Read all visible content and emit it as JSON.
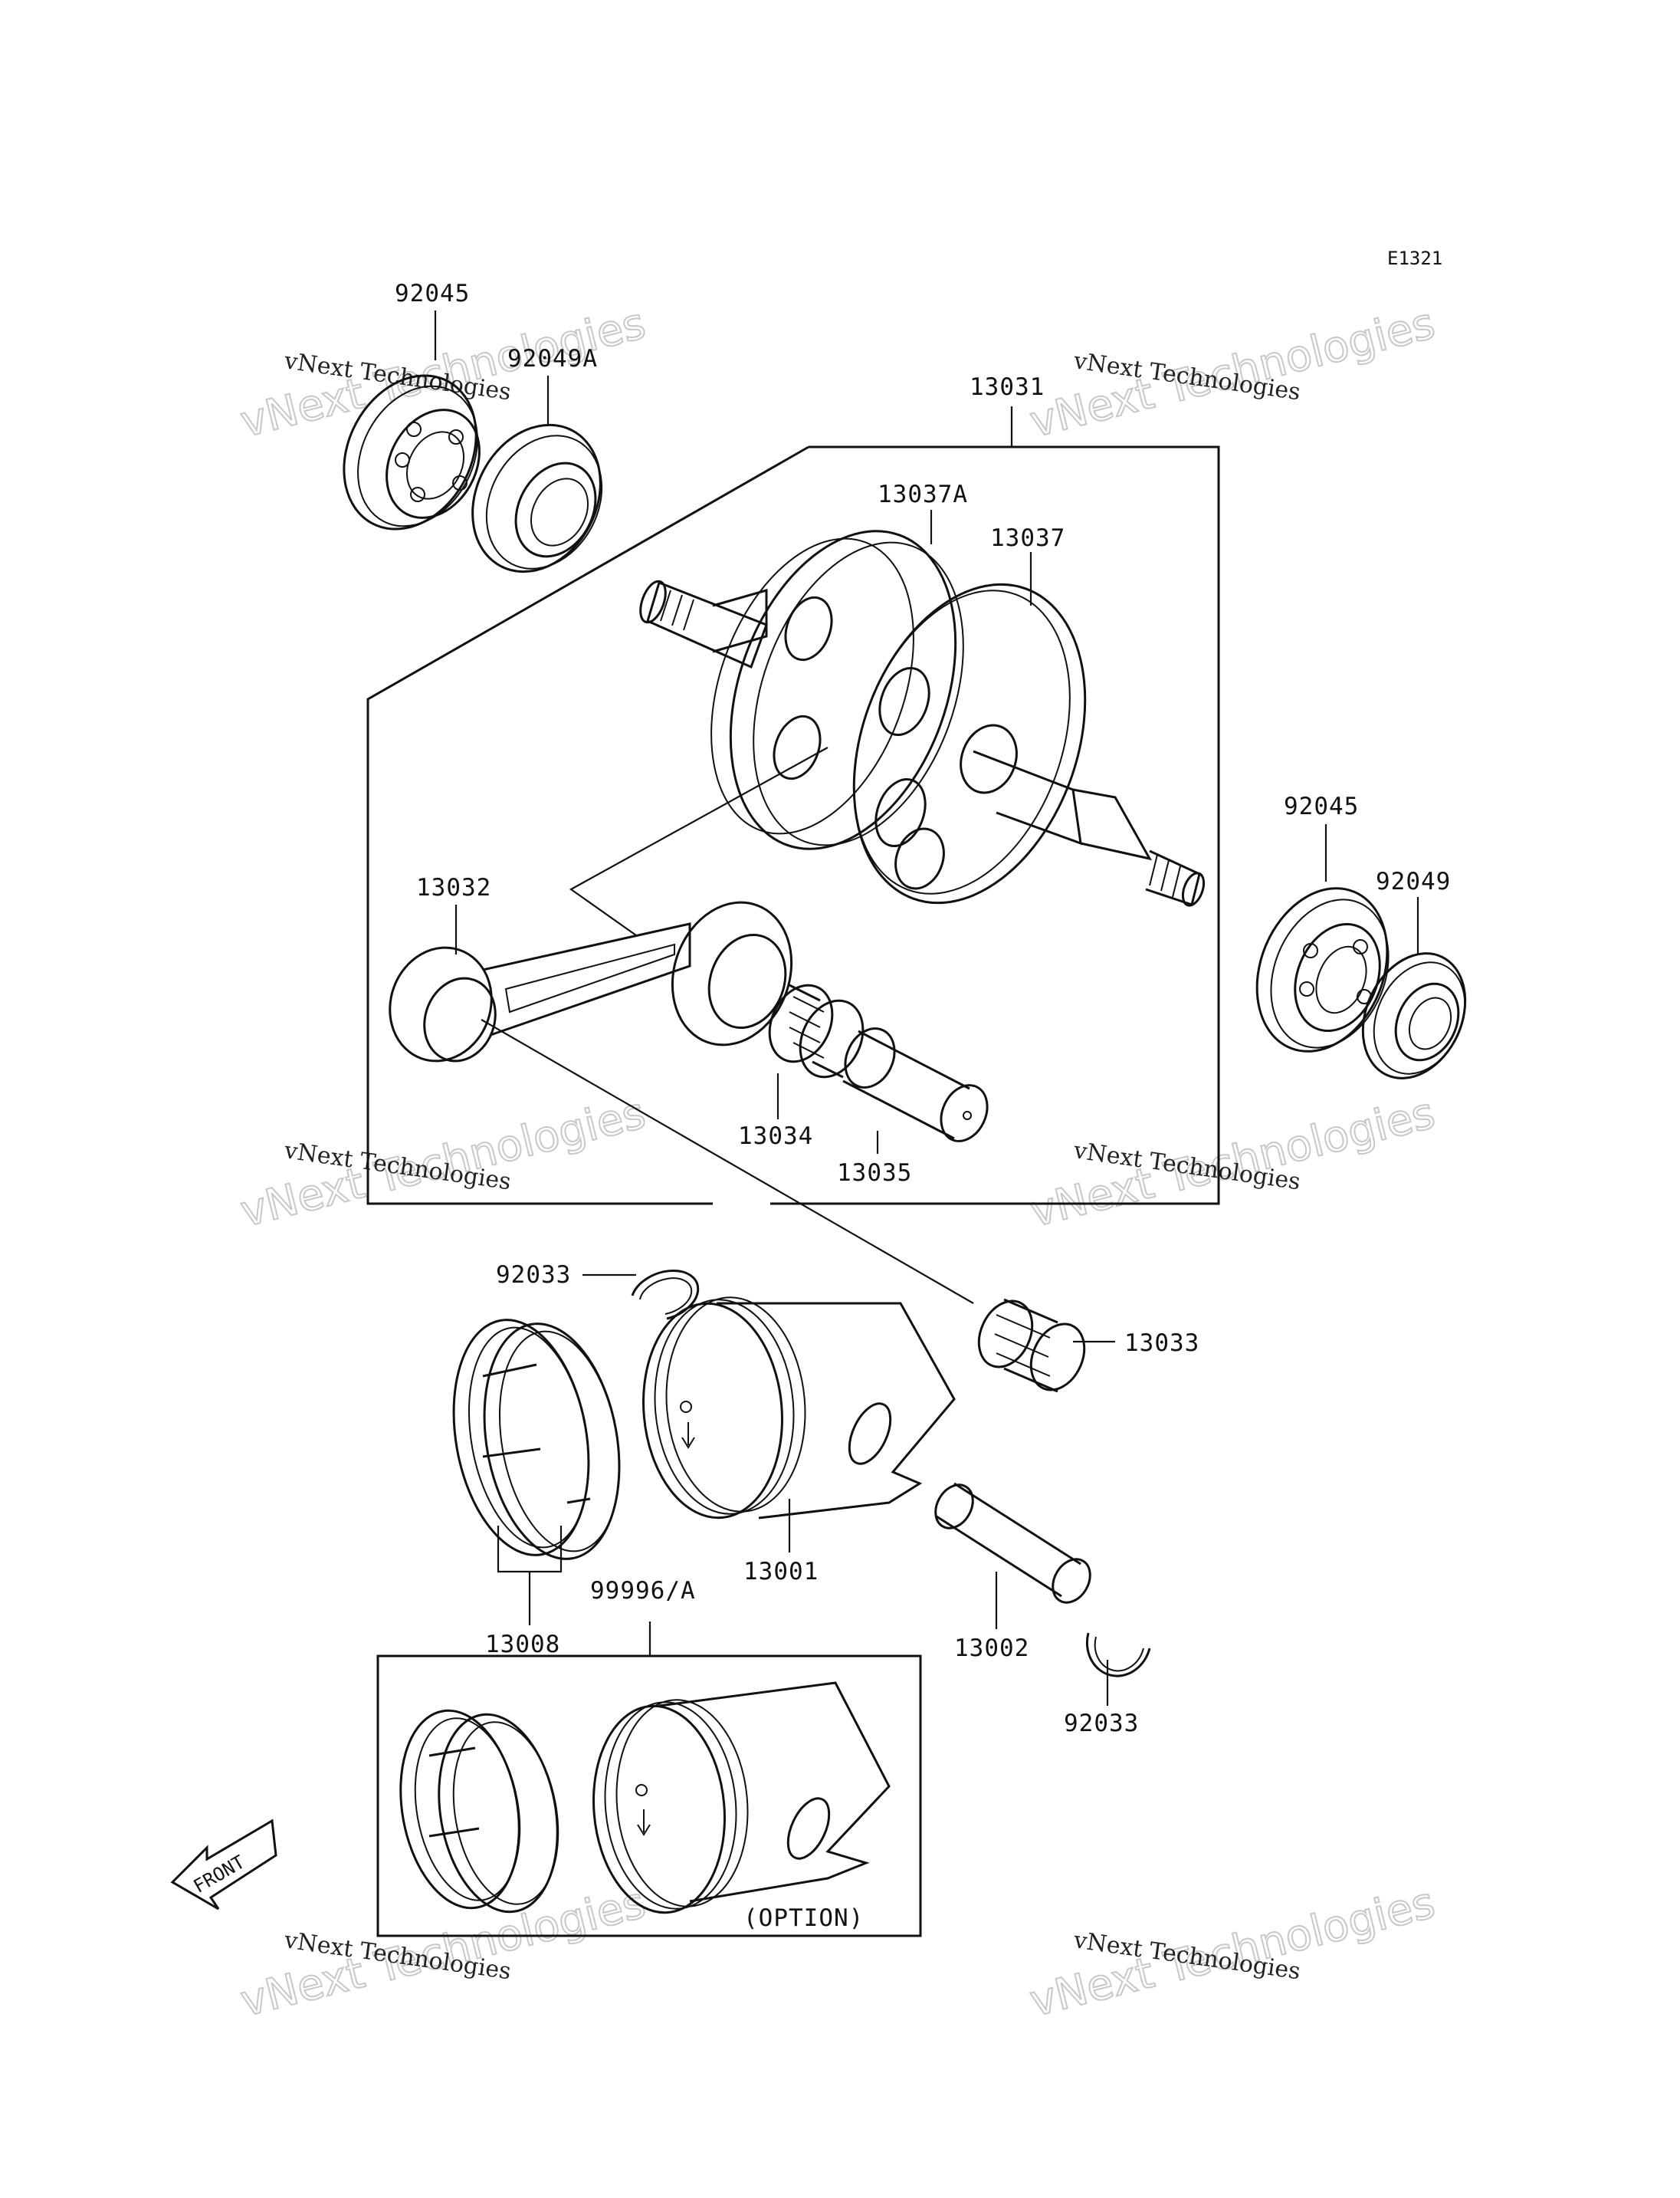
{
  "diagram_code": "E1321",
  "labels": {
    "l_92045_top": "92045",
    "l_92049A": "92049A",
    "l_13031": "13031",
    "l_13037A": "13037A",
    "l_13037": "13037",
    "l_92045_right": "92045",
    "l_92049": "92049",
    "l_13032": "13032",
    "l_13034": "13034",
    "l_13035": "13035",
    "l_92033_top": "92033",
    "l_13033": "13033",
    "l_13001": "13001",
    "l_13002": "13002",
    "l_13008": "13008",
    "l_99996A": "99996/A",
    "l_92033_bottom": "92033",
    "option": "(OPTION)",
    "front": "FRONT"
  },
  "watermark": {
    "line1": "vNext Technologies",
    "line2": "vNext Technologies"
  }
}
